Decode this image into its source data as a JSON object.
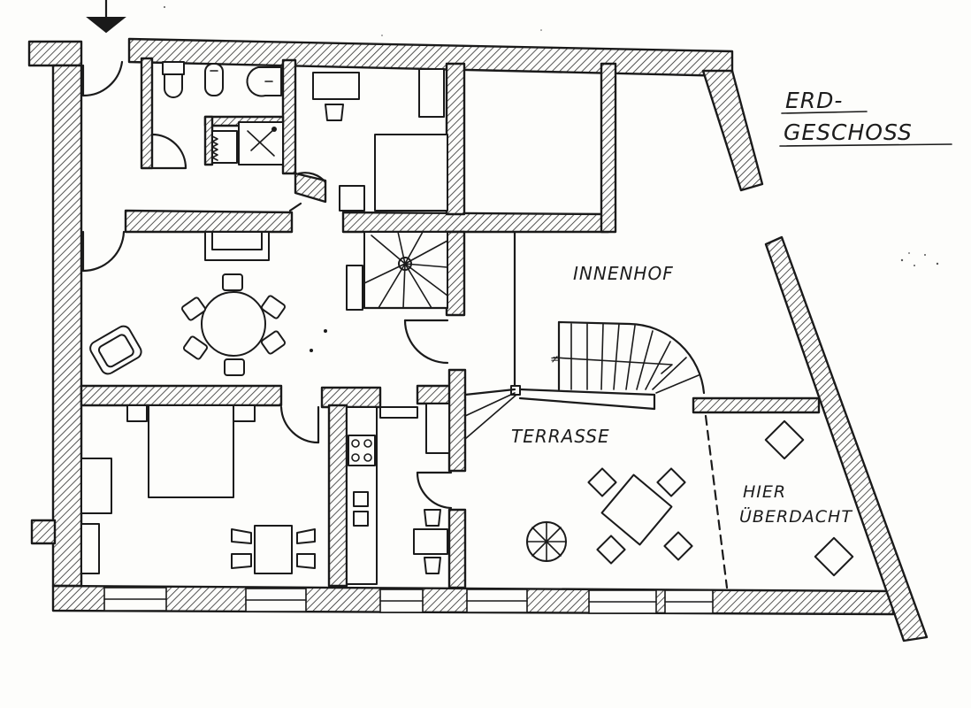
{
  "title_line1": "ERD-",
  "title_line2": "GESCHOSS",
  "room_labels": {
    "courtyard": "INNENHOF",
    "terrace": "TERRASSE",
    "covered_line1": "HIER",
    "covered_line2": "ÜBERDACHT"
  },
  "icons": {
    "entrance": "entrance-arrow-icon",
    "spiral_stair": "spiral-staircase-icon",
    "curved_stair": "curved-staircase-icon",
    "sun_umbrella": "parasol-icon"
  }
}
